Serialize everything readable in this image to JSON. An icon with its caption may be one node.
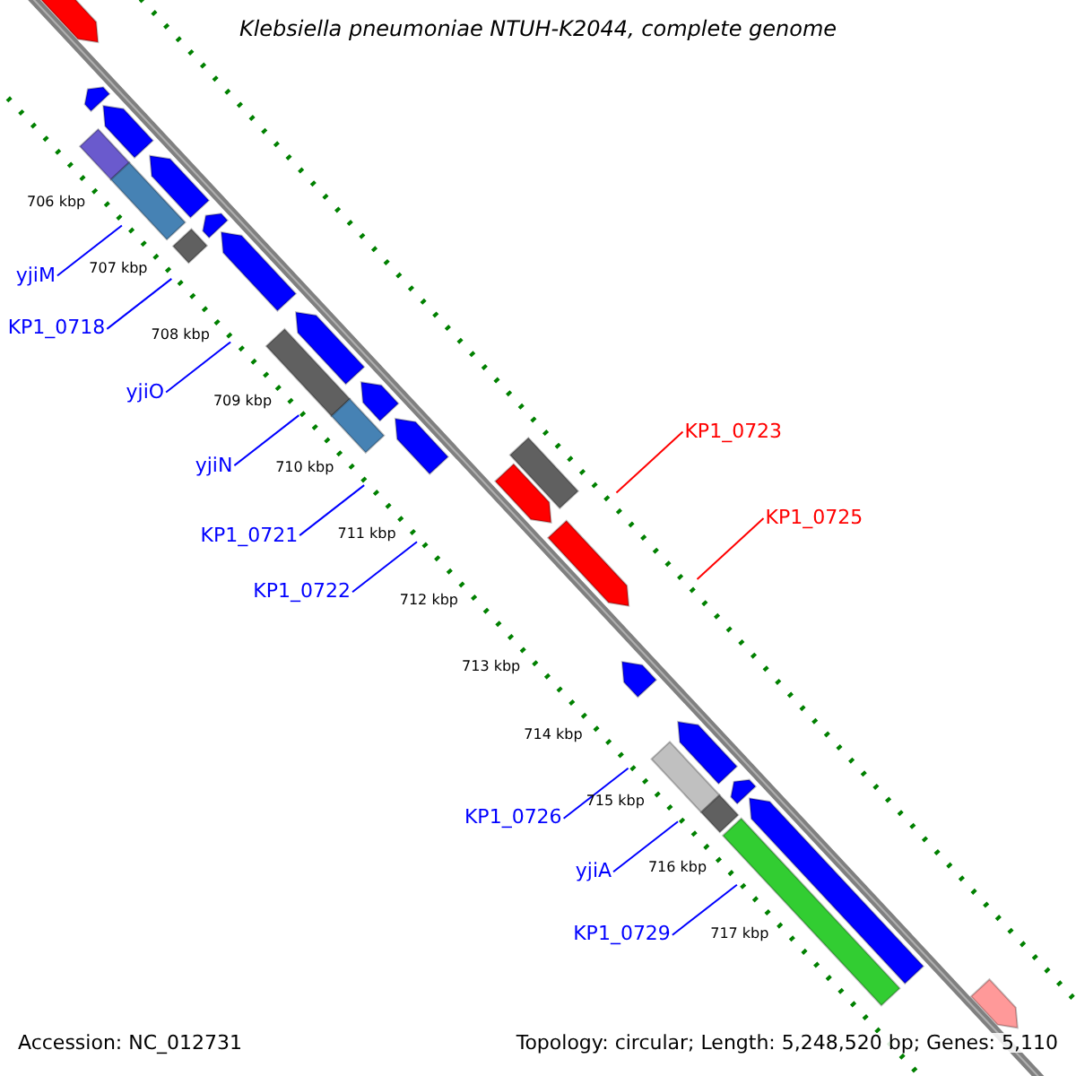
{
  "diagram": {
    "title": "Klebsiella pneumoniae NTUH-K2044, complete genome",
    "nodes": [
      {
        "text": [
          "yjiM"
        ]
      },
      {
        "text": [
          "KP1_0718"
        ]
      },
      {
        "text": [
          "yjiO"
        ]
      },
      {
        "text": [
          "yjiN"
        ]
      },
      {
        "text": [
          "KP1_0721"
        ]
      },
      {
        "text": [
          "KP1_0722"
        ]
      },
      {
        "text": [
          "KP1_0723"
        ]
      },
      {
        "text": [
          "KP1_0725"
        ]
      },
      {
        "text": [
          "KP1_0726"
        ]
      },
      {
        "text": [
          "yjiA"
        ]
      },
      {
        "text": [
          "KP1_0729"
        ]
      }
    ],
    "edges": [
      {
        "from": 0,
        "to": null,
        "arrow": "none"
      },
      {
        "from": 1,
        "to": null,
        "arrow": "none"
      },
      {
        "from": 2,
        "to": null,
        "arrow": "none"
      },
      {
        "from": 3,
        "to": null,
        "arrow": "none"
      },
      {
        "from": 4,
        "to": null,
        "arrow": "none"
      },
      {
        "from": 5,
        "to": null,
        "arrow": "none"
      },
      {
        "from": 6,
        "to": null,
        "arrow": "none",
        "color": "#ff0000"
      },
      {
        "from": 7,
        "to": null,
        "arrow": "none",
        "color": "#ff0000"
      },
      {
        "from": 8,
        "to": null,
        "arrow": "none"
      },
      {
        "from": 9,
        "to": null,
        "arrow": "none"
      },
      {
        "from": 10,
        "to": null,
        "arrow": "none"
      }
    ],
    "labels": [
      "706 kbp",
      "707 kbp",
      "708 kbp",
      "709 kbp",
      "710 kbp",
      "711 kbp",
      "712 kbp",
      "713 kbp",
      "714 kbp",
      "715 kbp",
      "716 kbp",
      "717 kbp",
      "Accession: NC_012731",
      "Topology: circular; Length: 5,248,520 bp; Genes: 5,110"
    ]
  }
}
